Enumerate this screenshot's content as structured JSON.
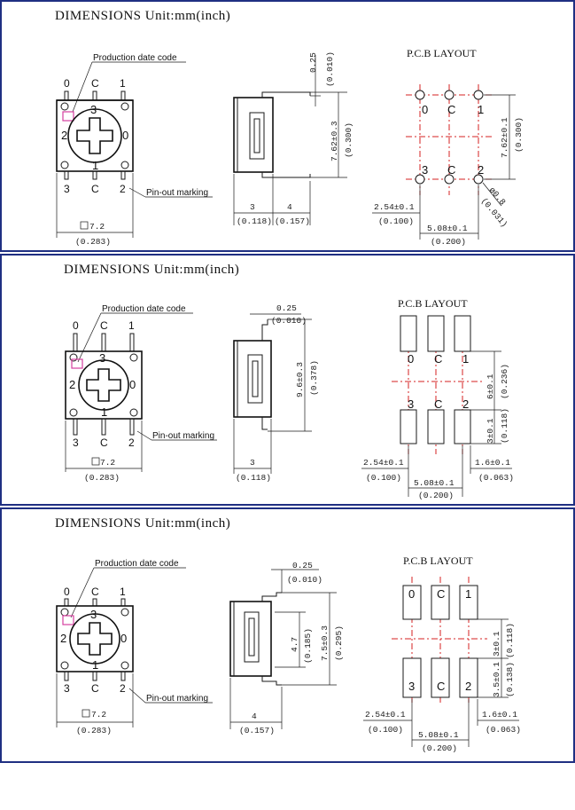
{
  "panels": [
    {
      "title": "DIMENSIONS  Unit:mm(inch)",
      "production_label": "Production date code",
      "pinout_label": "Pin-out marking",
      "top_pins": [
        "0",
        "C",
        "1"
      ],
      "bottom_pins": [
        "3",
        "C",
        "2"
      ],
      "rotor_labels": [
        "3",
        "0",
        "2",
        "1"
      ],
      "body_dim": "7.2",
      "body_dim_in": "(0.283)",
      "side": {
        "top_dim": "0.25",
        "top_dim_in": "(0.010)",
        "height_dim": "7.62±0.3",
        "height_dim_in": "(0.300)",
        "bottom_dims": [
          {
            "mm": "3",
            "in": "(0.118)"
          },
          {
            "mm": "4",
            "in": "(0.157)"
          }
        ]
      },
      "pcb": {
        "title": "P.C.B LAYOUT",
        "top_labels": [
          "0",
          "C",
          "1"
        ],
        "bottom_labels": [
          "3",
          "C",
          "2"
        ],
        "height_dim": "7.62±0.1",
        "height_dim_in": "(0.300)",
        "hole_dim": "ø0.8",
        "hole_dim_in": "(0.031)",
        "pitch_dim": "2.54±0.1",
        "pitch_dim_in": "(0.100)",
        "span_dim": "5.08±0.1",
        "span_dim_in": "(0.200)"
      }
    },
    {
      "title": "DIMENSIONS  Unit:mm(inch)",
      "production_label": "Production date code",
      "pinout_label": "Pin-out marking",
      "top_pins": [
        "0",
        "C",
        "1"
      ],
      "bottom_pins": [
        "3",
        "C",
        "2"
      ],
      "rotor_labels": [
        "3",
        "0",
        "2",
        "1"
      ],
      "body_dim": "7.2",
      "body_dim_in": "(0.283)",
      "side": {
        "top_dim": "0.25",
        "top_dim_in": "(0.010)",
        "height_dim": "9.6±0.3",
        "height_dim_in": "(0.378)",
        "bottom_dims": [
          {
            "mm": "3",
            "in": "(0.118)"
          }
        ]
      },
      "pcb": {
        "title": "P.C.B LAYOUT",
        "top_labels": [
          "0",
          "C",
          "1"
        ],
        "bottom_labels": [
          "3",
          "C",
          "2"
        ],
        "upper_dim": "6±0.1",
        "upper_dim_in": "(0.236)",
        "lower_dim": "3±0.1",
        "lower_dim_in": "(0.118)",
        "pitch_dim": "2.54±0.1",
        "pitch_dim_in": "(0.100)",
        "span_dim": "5.08±0.1",
        "span_dim_in": "(0.200)",
        "pad_dim": "1.6±0.1",
        "pad_dim_in": "(0.063)"
      }
    },
    {
      "title": "DIMENSIONS  Unit:mm(inch)",
      "production_label": "Production date code",
      "pinout_label": "Pin-out marking",
      "top_pins": [
        "0",
        "C",
        "1"
      ],
      "bottom_pins": [
        "3",
        "C",
        "2"
      ],
      "rotor_labels": [
        "3",
        "0",
        "2",
        "1"
      ],
      "body_dim": "7.2",
      "body_dim_in": "(0.283)",
      "side": {
        "top_dim": "0.25",
        "top_dim_in": "(0.010)",
        "inner_dim": "4.7",
        "inner_dim_in": "(0.185)",
        "height_dim": "7.5±0.3",
        "height_dim_in": "(0.295)",
        "bottom_dims": [
          {
            "mm": "4",
            "in": "(0.157)"
          }
        ]
      },
      "pcb": {
        "title": "P.C.B LAYOUT",
        "top_labels": [
          "0",
          "C",
          "1"
        ],
        "bottom_labels": [
          "3",
          "C",
          "2"
        ],
        "upper_dim": "3±0.1",
        "upper_dim_in": "(0.118)",
        "lower_dim": "3.5±0.1",
        "lower_dim_in": "(0.138)",
        "pitch_dim": "2.54±0.1",
        "pitch_dim_in": "(0.100)",
        "span_dim": "5.08±0.1",
        "span_dim_in": "(0.200)",
        "pad_dim": "1.6±0.1",
        "pad_dim_in": "(0.063)"
      }
    }
  ]
}
